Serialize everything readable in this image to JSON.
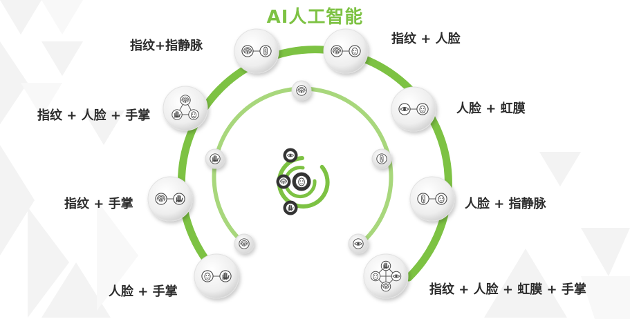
{
  "title": "AI人工智能",
  "colors": {
    "accent": "#7dc243",
    "ring_inner": "#a8d77c",
    "dark": "#333333"
  },
  "combos": [
    {
      "label": "指纹+指静脉",
      "icons": [
        "fingerprint-icon",
        "finger-vein-icon"
      ]
    },
    {
      "label": "指纹 + 人脸",
      "icons": [
        "fingerprint-icon",
        "face-icon"
      ]
    },
    {
      "label": "指纹 + 人脸 + 手掌",
      "icons": [
        "fingerprint-icon",
        "palm-icon",
        "face-icon"
      ]
    },
    {
      "label": "人脸 + 虹膜",
      "icons": [
        "eye-icon",
        "face-icon"
      ]
    },
    {
      "label": "指纹 + 手掌",
      "icons": [
        "fingerprint-icon",
        "palm-icon"
      ]
    },
    {
      "label": "人脸 + 指静脉",
      "icons": [
        "finger-vein-icon",
        "face-icon"
      ]
    },
    {
      "label": "人脸 + 手掌",
      "icons": [
        "face-icon",
        "palm-icon"
      ]
    },
    {
      "label": "指纹 + 人脸 + 虹膜 + 手掌",
      "icons": [
        "palm-icon",
        "face-icon",
        "eye-icon",
        "fingerprint-icon"
      ]
    }
  ],
  "inner_icons": [
    "fingerprint-icon",
    "palm-icon",
    "finger-vein-icon",
    "face-icon",
    "eye-icon"
  ],
  "center_icons": [
    "eye-icon",
    "fingerprint-icon",
    "face-icon",
    "palm-icon"
  ]
}
